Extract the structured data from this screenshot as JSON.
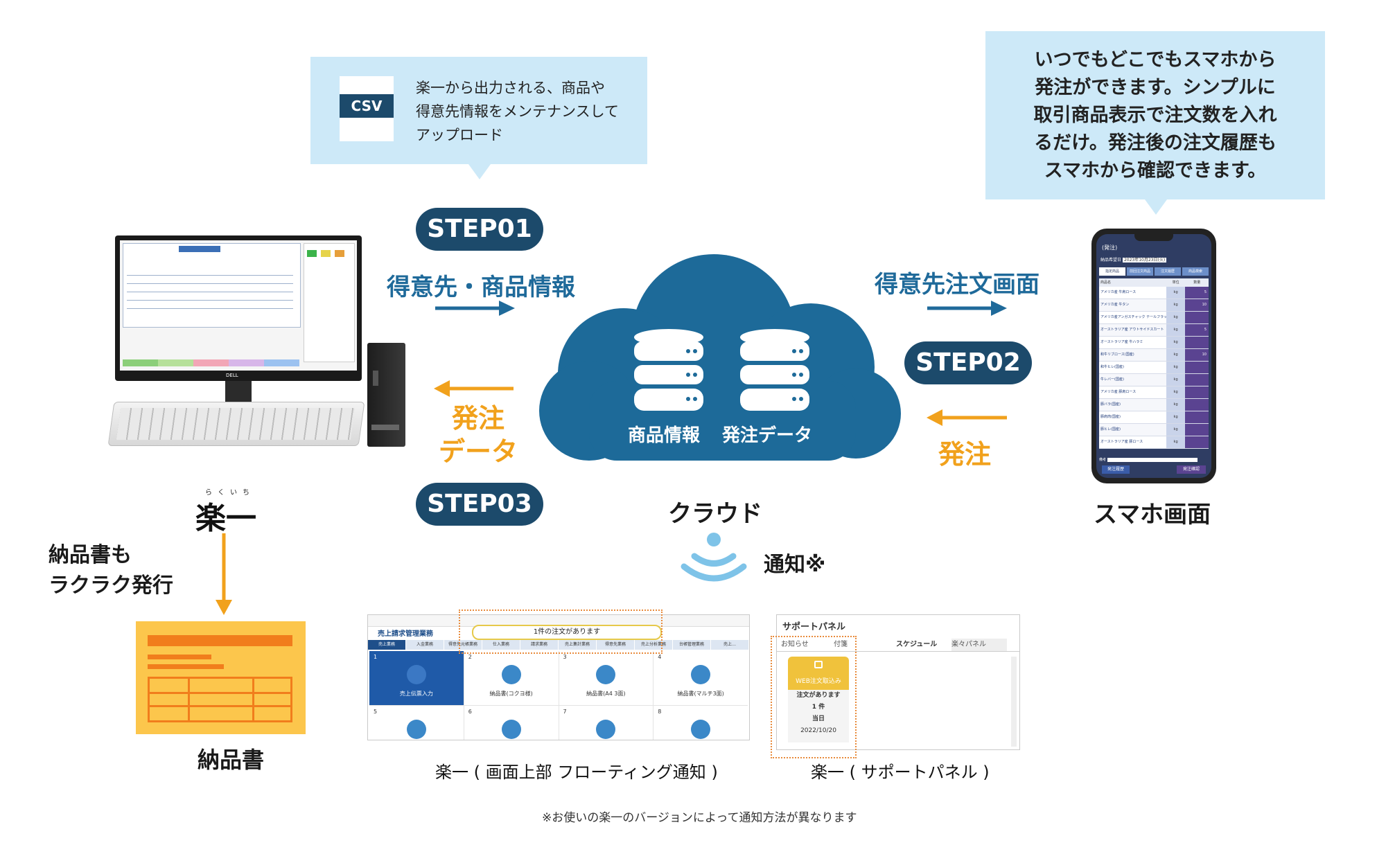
{
  "csv_callout": {
    "badge": "CSV",
    "text_lines": [
      "楽一から出力される、商品や",
      "得意先情報をメンテナンスして",
      "アップロード"
    ]
  },
  "phone_callout": {
    "text_lines": [
      "いつでもどこでもスマホから",
      "発注ができます。シンプルに",
      "取引商品表示で注文数を入れ",
      "るだけ。発注後の注文履歴も",
      "スマホから確認できます。"
    ]
  },
  "steps": {
    "step1": "STEP01",
    "step2": "STEP02",
    "step3": "STEP03"
  },
  "flows": {
    "customer_product_info": "得意先・商品情報",
    "order_data_line1": "発注",
    "order_data_line2": "データ",
    "customer_order_screen": "得意先注文画面",
    "order": "発注"
  },
  "cloud": {
    "label": "クラウド",
    "db1_label": "商品情報",
    "db2_label": "発注データ"
  },
  "notification": {
    "label": "通知※"
  },
  "pc": {
    "brand_label": "楽一",
    "ruby": "らくいち"
  },
  "delivery": {
    "caption_line1": "納品書も",
    "caption_line2": "ラクラク発行",
    "doc_label": "納品書"
  },
  "phone": {
    "label": "スマホ画面",
    "app_header_left": "(発注)",
    "date_label": "納品希望日",
    "date_value": "2023年10月23日(火)",
    "tabs": [
      "指定商品",
      "前回注文商品",
      "注文履歴",
      "商品検索"
    ],
    "columns": [
      "商品名",
      "単位",
      "数量"
    ],
    "rows": [
      {
        "name": "アメリカ産 牛肩ロース",
        "unit": "kg",
        "qty": "5"
      },
      {
        "name": "アメリカ産 牛タン",
        "unit": "kg",
        "qty": "10"
      },
      {
        "name": "アメリカ産アンガスチャック テールフラップ",
        "unit": "kg",
        "qty": ""
      },
      {
        "name": "オーストラリア産 アウトサイドスカート",
        "unit": "kg",
        "qty": "5"
      },
      {
        "name": "オーストラリア産 牛ハラミ",
        "unit": "kg",
        "qty": ""
      },
      {
        "name": "和牛リブロース(国産)",
        "unit": "kg",
        "qty": "10"
      },
      {
        "name": "和牛ヒレ(国産)",
        "unit": "kg",
        "qty": ""
      },
      {
        "name": "牛レバー(国産)",
        "unit": "kg",
        "qty": ""
      },
      {
        "name": "アメリカ産 豚肩ロース",
        "unit": "kg",
        "qty": ""
      },
      {
        "name": "豚バラ(国産)",
        "unit": "kg",
        "qty": ""
      },
      {
        "name": "豚肩肉(国産)",
        "unit": "kg",
        "qty": ""
      },
      {
        "name": "豚ヒレ(国産)",
        "unit": "kg",
        "qty": ""
      },
      {
        "name": "オーストラリア産 豚ロース",
        "unit": "kg",
        "qty": ""
      }
    ],
    "memo_label": "備考",
    "btn_left": "発注履歴",
    "btn_right": "発注確認"
  },
  "floating_ui": {
    "caption": "楽一 ( 画面上部 フローティング通知 )",
    "window_title": "売上請求管理業務",
    "banner": "1件の注文があります",
    "tabs": [
      "売上業務",
      "入金業務",
      "得意先元帳業務",
      "仕入業務",
      "請求業務",
      "売上集計業務",
      "得意先業務",
      "売上分析業務",
      "台帳管理業務",
      "売上…"
    ],
    "tiles": [
      {
        "num": "1",
        "label": "売上伝票入力"
      },
      {
        "num": "2",
        "label": "納品書(コクヨ様)"
      },
      {
        "num": "3",
        "label": "納品書(A4 3面)"
      },
      {
        "num": "4",
        "label": "納品書(マルチ3面)"
      },
      {
        "num": "5",
        "label": ""
      },
      {
        "num": "6",
        "label": ""
      },
      {
        "num": "7",
        "label": ""
      },
      {
        "num": "8",
        "label": ""
      }
    ]
  },
  "support_panel": {
    "caption": "楽一 ( サポートパネル )",
    "title": "サポートパネル",
    "tabs": [
      "お知らせ",
      "付箋",
      "スケジュール",
      "楽々パネル"
    ],
    "card_header": "WEB注文取込み",
    "card_line1": "注文があります",
    "card_line2": "1 件",
    "card_line3": "当日",
    "card_line4": "2022/10/20"
  },
  "footnote": "※お使いの楽一のバージョンによって通知方法が異なります",
  "colors": {
    "navy": "#1c4a6b",
    "blue": "#1f6a9a",
    "orange": "#f1a11c",
    "light_blue": "#cde9f8",
    "cloud": "#1d6a99",
    "purple": "#5a4391"
  }
}
